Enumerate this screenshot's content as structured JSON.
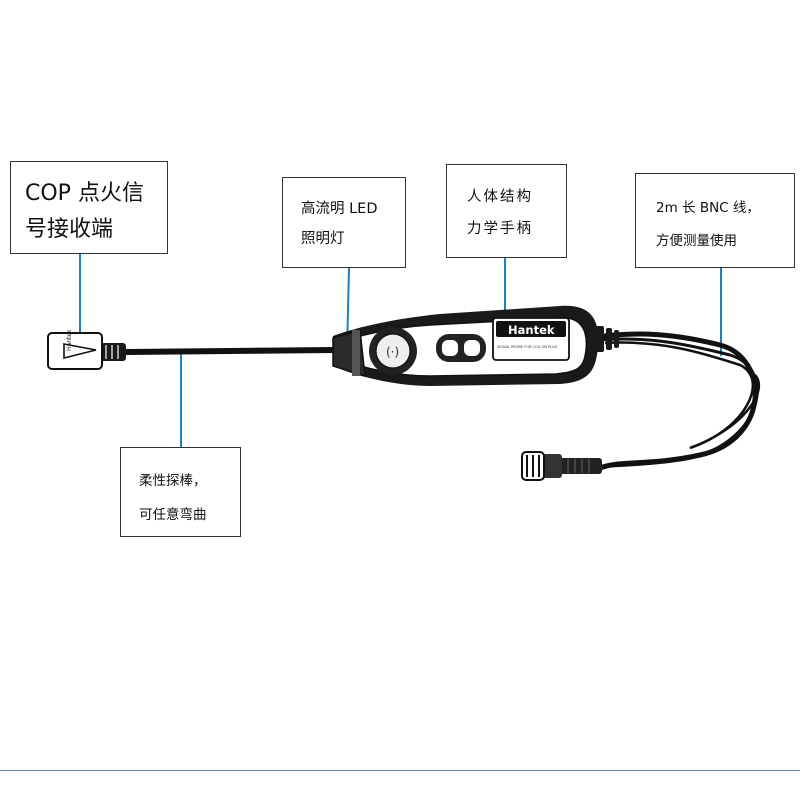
{
  "callouts": {
    "cop_receiver": {
      "line1": "COP 点火信",
      "line2": "号接收端"
    },
    "led": {
      "line1": "高流明 LED",
      "line2": "照明灯"
    },
    "handle": {
      "line1": "人体结构",
      "line2": "力学手柄"
    },
    "bnc": {
      "line1": "2m 长 BNC 线，",
      "line2": "方便测量使用"
    },
    "probe": {
      "line1": "柔性探棒，",
      "line2": "可任意弯曲"
    }
  },
  "device": {
    "brand": "Hantek",
    "tip_label": "Hantek",
    "model_text": "SIGNAL PROBE FOR COIL ON PLUG"
  },
  "colors": {
    "leader_line": "#1f7fbf",
    "outline": "#333333",
    "body": "#1a1a1a"
  }
}
